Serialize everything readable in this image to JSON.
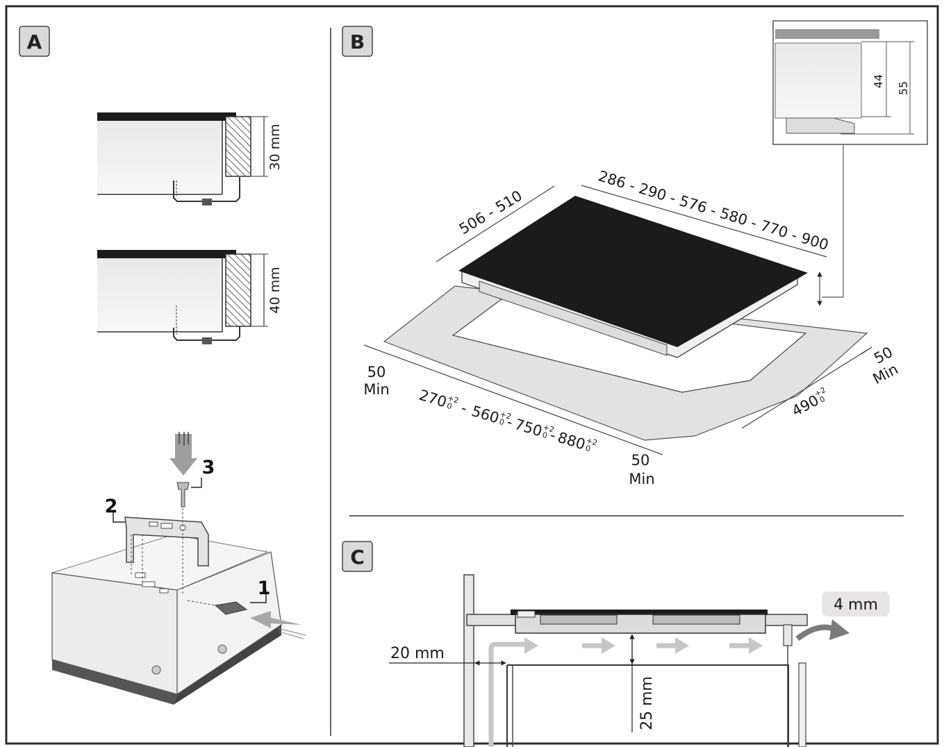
{
  "panels": {
    "a": {
      "letter": "A",
      "dim_top": "30 mm",
      "dim_bottom": "40 mm",
      "step1": "1",
      "step2": "2",
      "step3": "3"
    },
    "b": {
      "letter": "B",
      "width_range": "506 - 510",
      "length_range": "286 - 290 - 576 - 580 - 770 - 900",
      "inset_44": "44",
      "inset_55": "55",
      "min_left_value": "50",
      "min_left_label": "Min",
      "min_right_value": "50",
      "min_right_label": "Min",
      "min_front_value": "50",
      "min_front_label": "Min",
      "cut_length": {
        "values": [
          "270",
          "560",
          "750",
          "880"
        ],
        "tol_plus": "+2",
        "tol_zero": "0",
        "sep": "-"
      },
      "cut_depth": {
        "value": "490",
        "tol_plus": "+2",
        "tol_zero": "0"
      }
    },
    "c": {
      "letter": "C",
      "gap_badge": "4 mm",
      "side_gap": "20 mm",
      "bottom_gap": "25 mm"
    }
  },
  "colors": {
    "line": "#2a2a2a",
    "glass": "#1b1b1b",
    "tag_bg": "#d9d9d9",
    "zone": "#e2e2e2",
    "arrow": "#b5b5b5",
    "badge": "#e8e4e4"
  }
}
